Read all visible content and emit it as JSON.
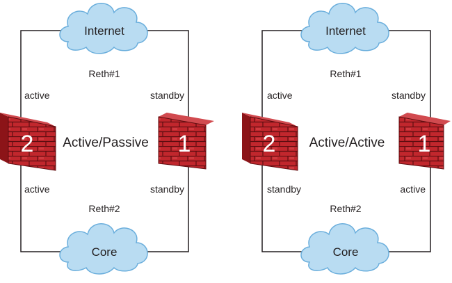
{
  "diagrams": [
    {
      "mode": "Active/Passive",
      "top_cloud": "Internet",
      "bottom_cloud": "Core",
      "top_link": "Reth#1",
      "bottom_link": "Reth#2",
      "left_firewall": "2",
      "right_firewall": "1",
      "left_top_state": "active",
      "right_top_state": "standby",
      "left_bottom_state": "active",
      "right_bottom_state": "standby"
    },
    {
      "mode": "Active/Active",
      "top_cloud": "Internet",
      "bottom_cloud": "Core",
      "top_link": "Reth#1",
      "bottom_link": "Reth#2",
      "left_firewall": "2",
      "right_firewall": "1",
      "left_top_state": "active",
      "right_top_state": "standby",
      "left_bottom_state": "standby",
      "right_bottom_state": "active"
    }
  ],
  "colors": {
    "cloud_fill": "#b9dcf2",
    "cloud_stroke": "#6aaedc",
    "brick": "#c1272d",
    "brick_side": "#8c1418",
    "mortar": "#5e0d10",
    "line": "#231f20"
  }
}
